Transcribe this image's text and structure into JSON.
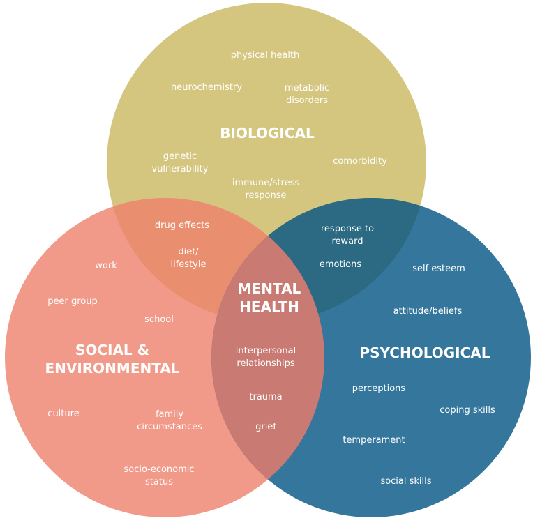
{
  "colors": {
    "biological": "#d4c67f",
    "social": "#f29a89",
    "psychological": "#34769c",
    "bio_social": "#e98f70",
    "bio_psych": "#2b6a82",
    "social_psych": "#c87a73"
  },
  "center": {
    "lines": [
      "MENTAL",
      "HEALTH"
    ]
  },
  "biological": {
    "title": "BIOLOGICAL",
    "items": [
      {
        "lines": [
          "physical health"
        ]
      },
      {
        "lines": [
          "neurochemistry"
        ]
      },
      {
        "lines": [
          "metabolic",
          "disorders"
        ]
      },
      {
        "lines": [
          "genetic",
          "vulnerability"
        ]
      },
      {
        "lines": [
          "comorbidity"
        ]
      },
      {
        "lines": [
          "immune/stress",
          "response"
        ]
      }
    ]
  },
  "social": {
    "title": [
      "SOCIAL &",
      "ENVIRONMENTAL"
    ],
    "items": [
      {
        "lines": [
          "work"
        ]
      },
      {
        "lines": [
          "peer group"
        ]
      },
      {
        "lines": [
          "school"
        ]
      },
      {
        "lines": [
          "culture"
        ]
      },
      {
        "lines": [
          "family",
          "circumstances"
        ]
      },
      {
        "lines": [
          "socio-economic",
          "status"
        ]
      }
    ]
  },
  "psychological": {
    "title": "PSYCHOLOGICAL",
    "items": [
      {
        "lines": [
          "self esteem"
        ]
      },
      {
        "lines": [
          "attitude/beliefs"
        ]
      },
      {
        "lines": [
          "perceptions"
        ]
      },
      {
        "lines": [
          "coping skills"
        ]
      },
      {
        "lines": [
          "temperament"
        ]
      },
      {
        "lines": [
          "social skills"
        ]
      }
    ]
  },
  "bio_social": {
    "items": [
      {
        "lines": [
          "drug effects"
        ]
      },
      {
        "lines": [
          "diet/",
          "lifestyle"
        ]
      }
    ]
  },
  "bio_psych": {
    "items": [
      {
        "lines": [
          "response to",
          "reward"
        ]
      },
      {
        "lines": [
          "emotions"
        ]
      }
    ]
  },
  "social_psych": {
    "items": [
      {
        "lines": [
          "interpersonal",
          "relationships"
        ]
      },
      {
        "lines": [
          "trauma"
        ]
      },
      {
        "lines": [
          "grief"
        ]
      }
    ]
  }
}
